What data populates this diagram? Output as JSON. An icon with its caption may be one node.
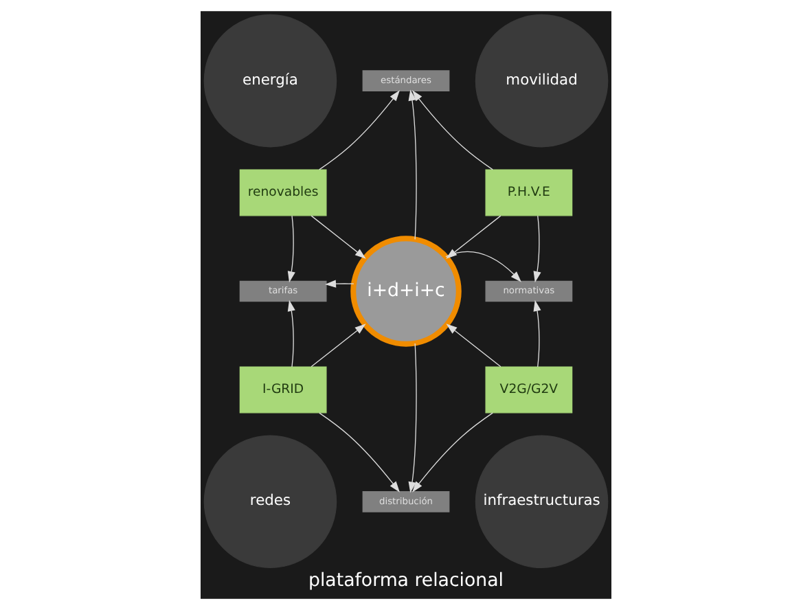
{
  "diagram": {
    "title": "plataforma relacional",
    "nodes": [
      {
        "text": [
          "energía"
        ]
      },
      {
        "text": [
          "estándares"
        ]
      },
      {
        "text": [
          "movilidad"
        ]
      },
      {
        "text": [
          "renovables"
        ]
      },
      {
        "text": [
          "P.H.V.E"
        ]
      },
      {
        "text": [
          "tarifas"
        ]
      },
      {
        "text": [
          "i+d+i+c"
        ]
      },
      {
        "text": [
          "normativas"
        ]
      },
      {
        "text": [
          "I-GRID"
        ]
      },
      {
        "text": [
          "V2G/G2V"
        ]
      },
      {
        "text": [
          "redes"
        ]
      },
      {
        "text": [
          "distribución"
        ]
      },
      {
        "text": [
          "infraestructuras"
        ]
      }
    ],
    "edges": [
      {
        "from": 3,
        "to": 6,
        "arrow": "to"
      },
      {
        "from": 4,
        "to": 6,
        "arrow": "to"
      },
      {
        "from": 8,
        "to": 6,
        "arrow": "to"
      },
      {
        "from": 9,
        "to": 6,
        "arrow": "to"
      },
      {
        "from": 6,
        "to": 1,
        "arrow": "to"
      },
      {
        "from": 6,
        "to": 5,
        "arrow": "to"
      },
      {
        "from": 6,
        "to": 7,
        "arrow": "to"
      },
      {
        "from": 6,
        "to": 11,
        "arrow": "to"
      },
      {
        "from": 3,
        "to": 1,
        "arrow": "to"
      },
      {
        "from": 4,
        "to": 1,
        "arrow": "to"
      },
      {
        "from": 3,
        "to": 5,
        "arrow": "to"
      },
      {
        "from": 8,
        "to": 5,
        "arrow": "to"
      },
      {
        "from": 4,
        "to": 7,
        "arrow": "to"
      },
      {
        "from": 9,
        "to": 7,
        "arrow": "to"
      },
      {
        "from": 8,
        "to": 11,
        "arrow": "to"
      },
      {
        "from": 9,
        "to": 11,
        "arrow": "to"
      }
    ]
  }
}
